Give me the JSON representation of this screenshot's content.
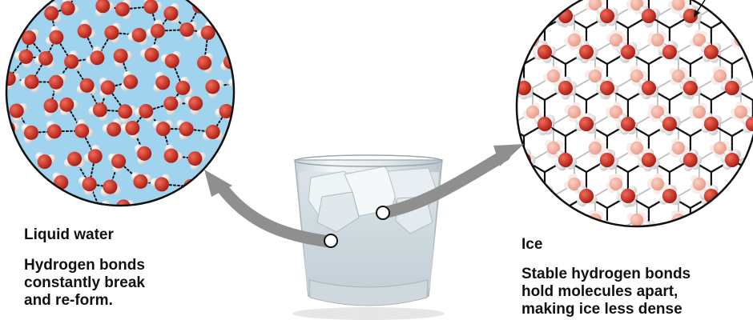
{
  "liquid": {
    "title": "Liquid water",
    "description": "Hydrogen bonds\nconstantly break\nand re-form."
  },
  "ice": {
    "title": "Ice",
    "description": "Stable hydrogen bonds\nhold molecules apart,\nmaking ice less dense"
  },
  "colors": {
    "liquid_background": "#9fd3ee",
    "oxygen": "#c8281d",
    "hydrogen": "#f2f2f2",
    "hydrogen_bond": "#111111",
    "faded_oxygen": "#efa390",
    "arrow": "#8f8f8f",
    "glass": "#dfe6ea"
  }
}
